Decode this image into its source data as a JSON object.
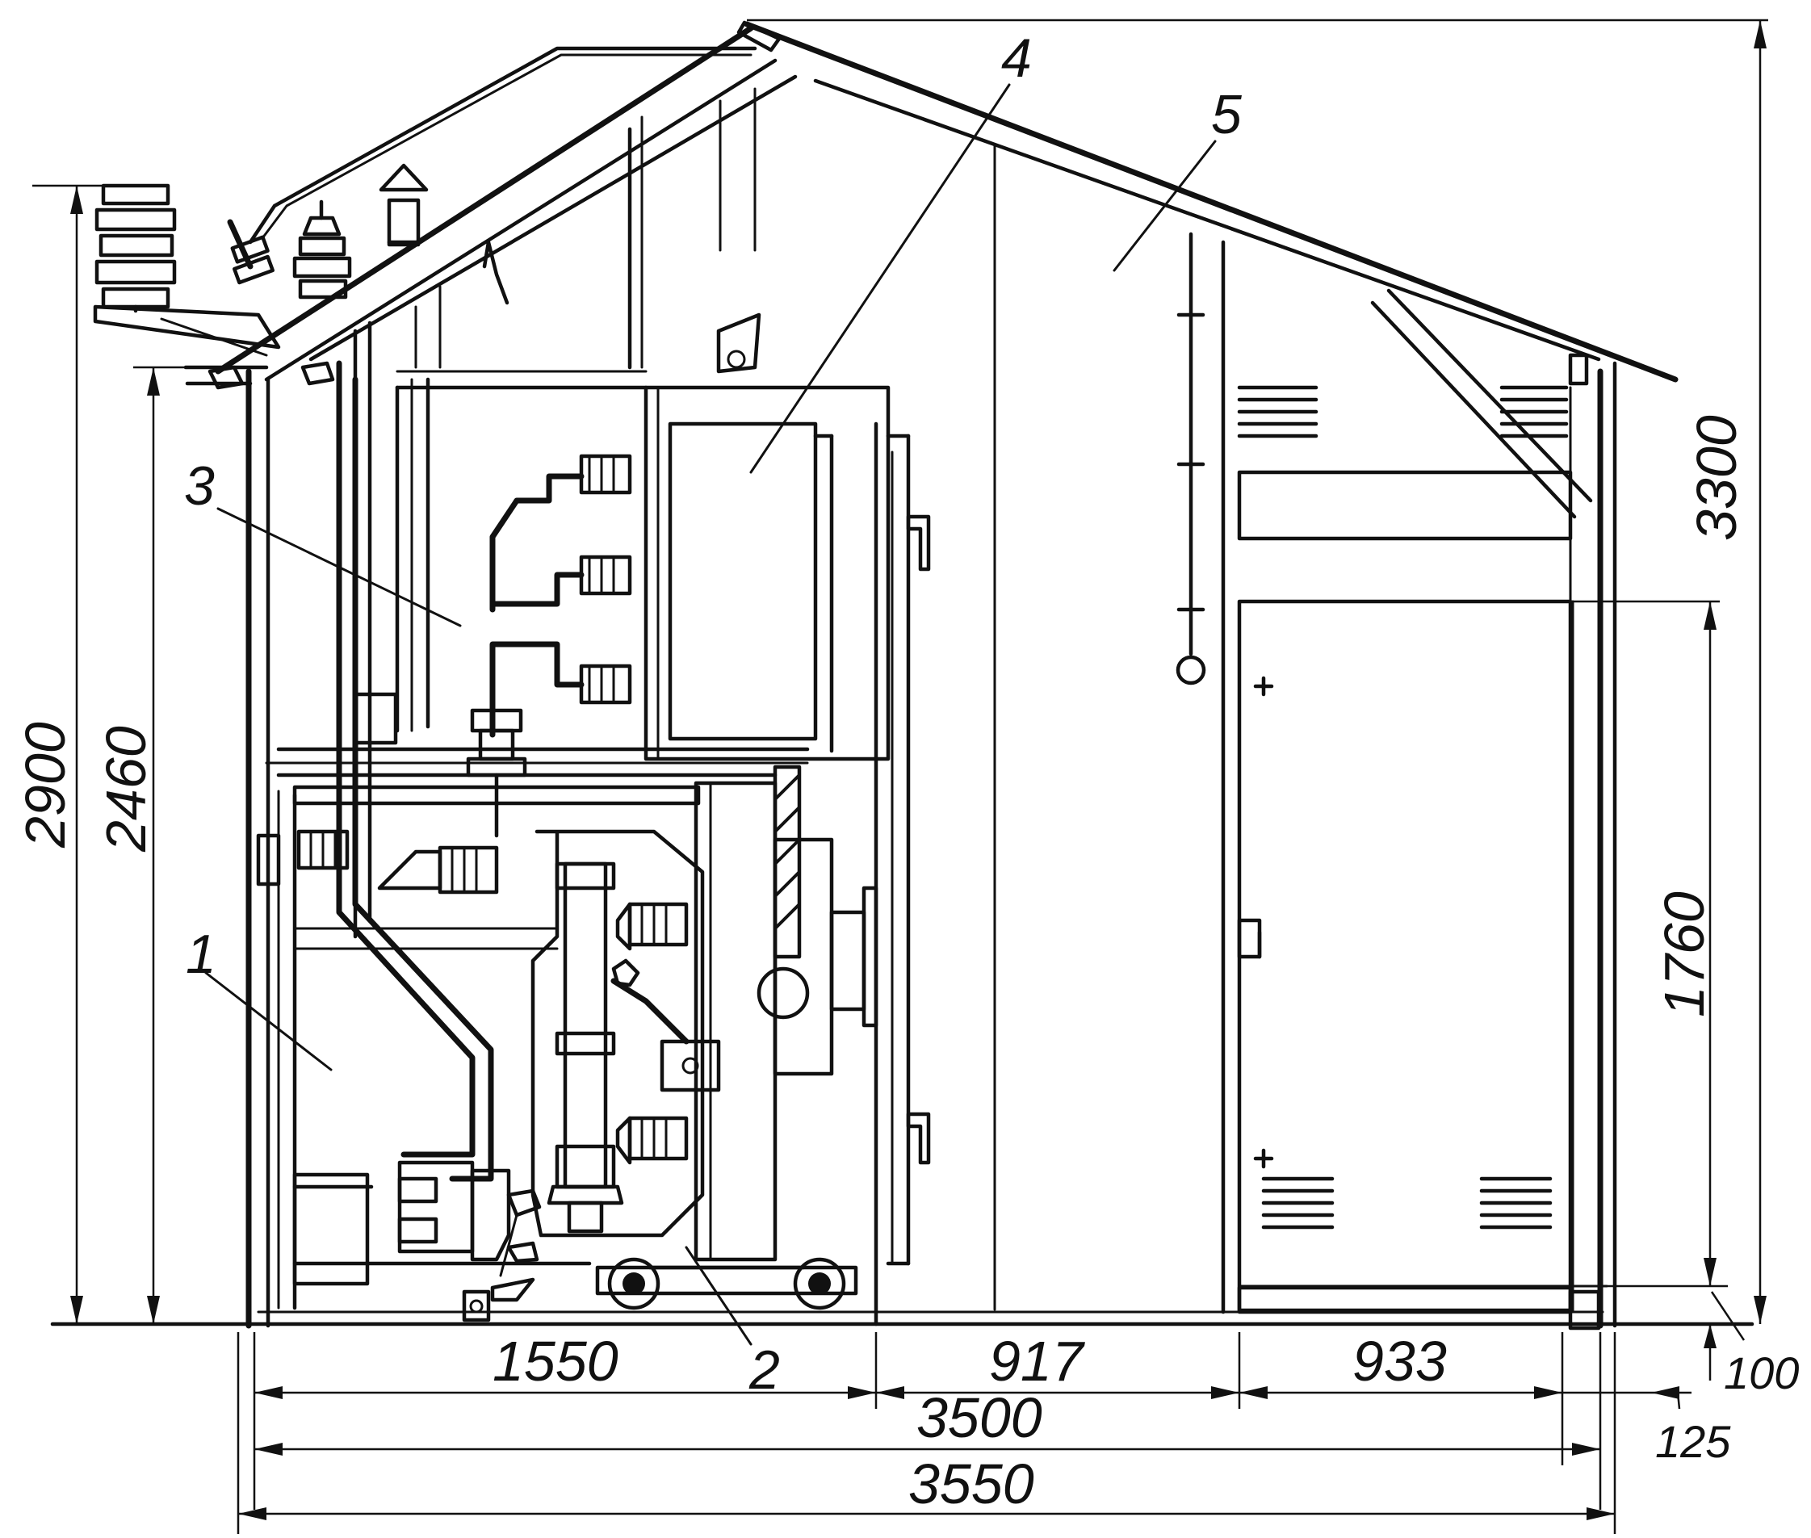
{
  "callouts": {
    "c1": "1",
    "c2": "2",
    "c3": "3",
    "c4": "4",
    "c5": "5"
  },
  "dimensions": {
    "width_left": "1550",
    "width_mid": "917",
    "width_right": "933",
    "width_inner": "3500",
    "width_total": "3550",
    "height_total": "3300",
    "height_bushing": "2900",
    "height_wall": "2460",
    "height_door": "1760",
    "floor_offset": "100",
    "wall_offset": "125"
  }
}
